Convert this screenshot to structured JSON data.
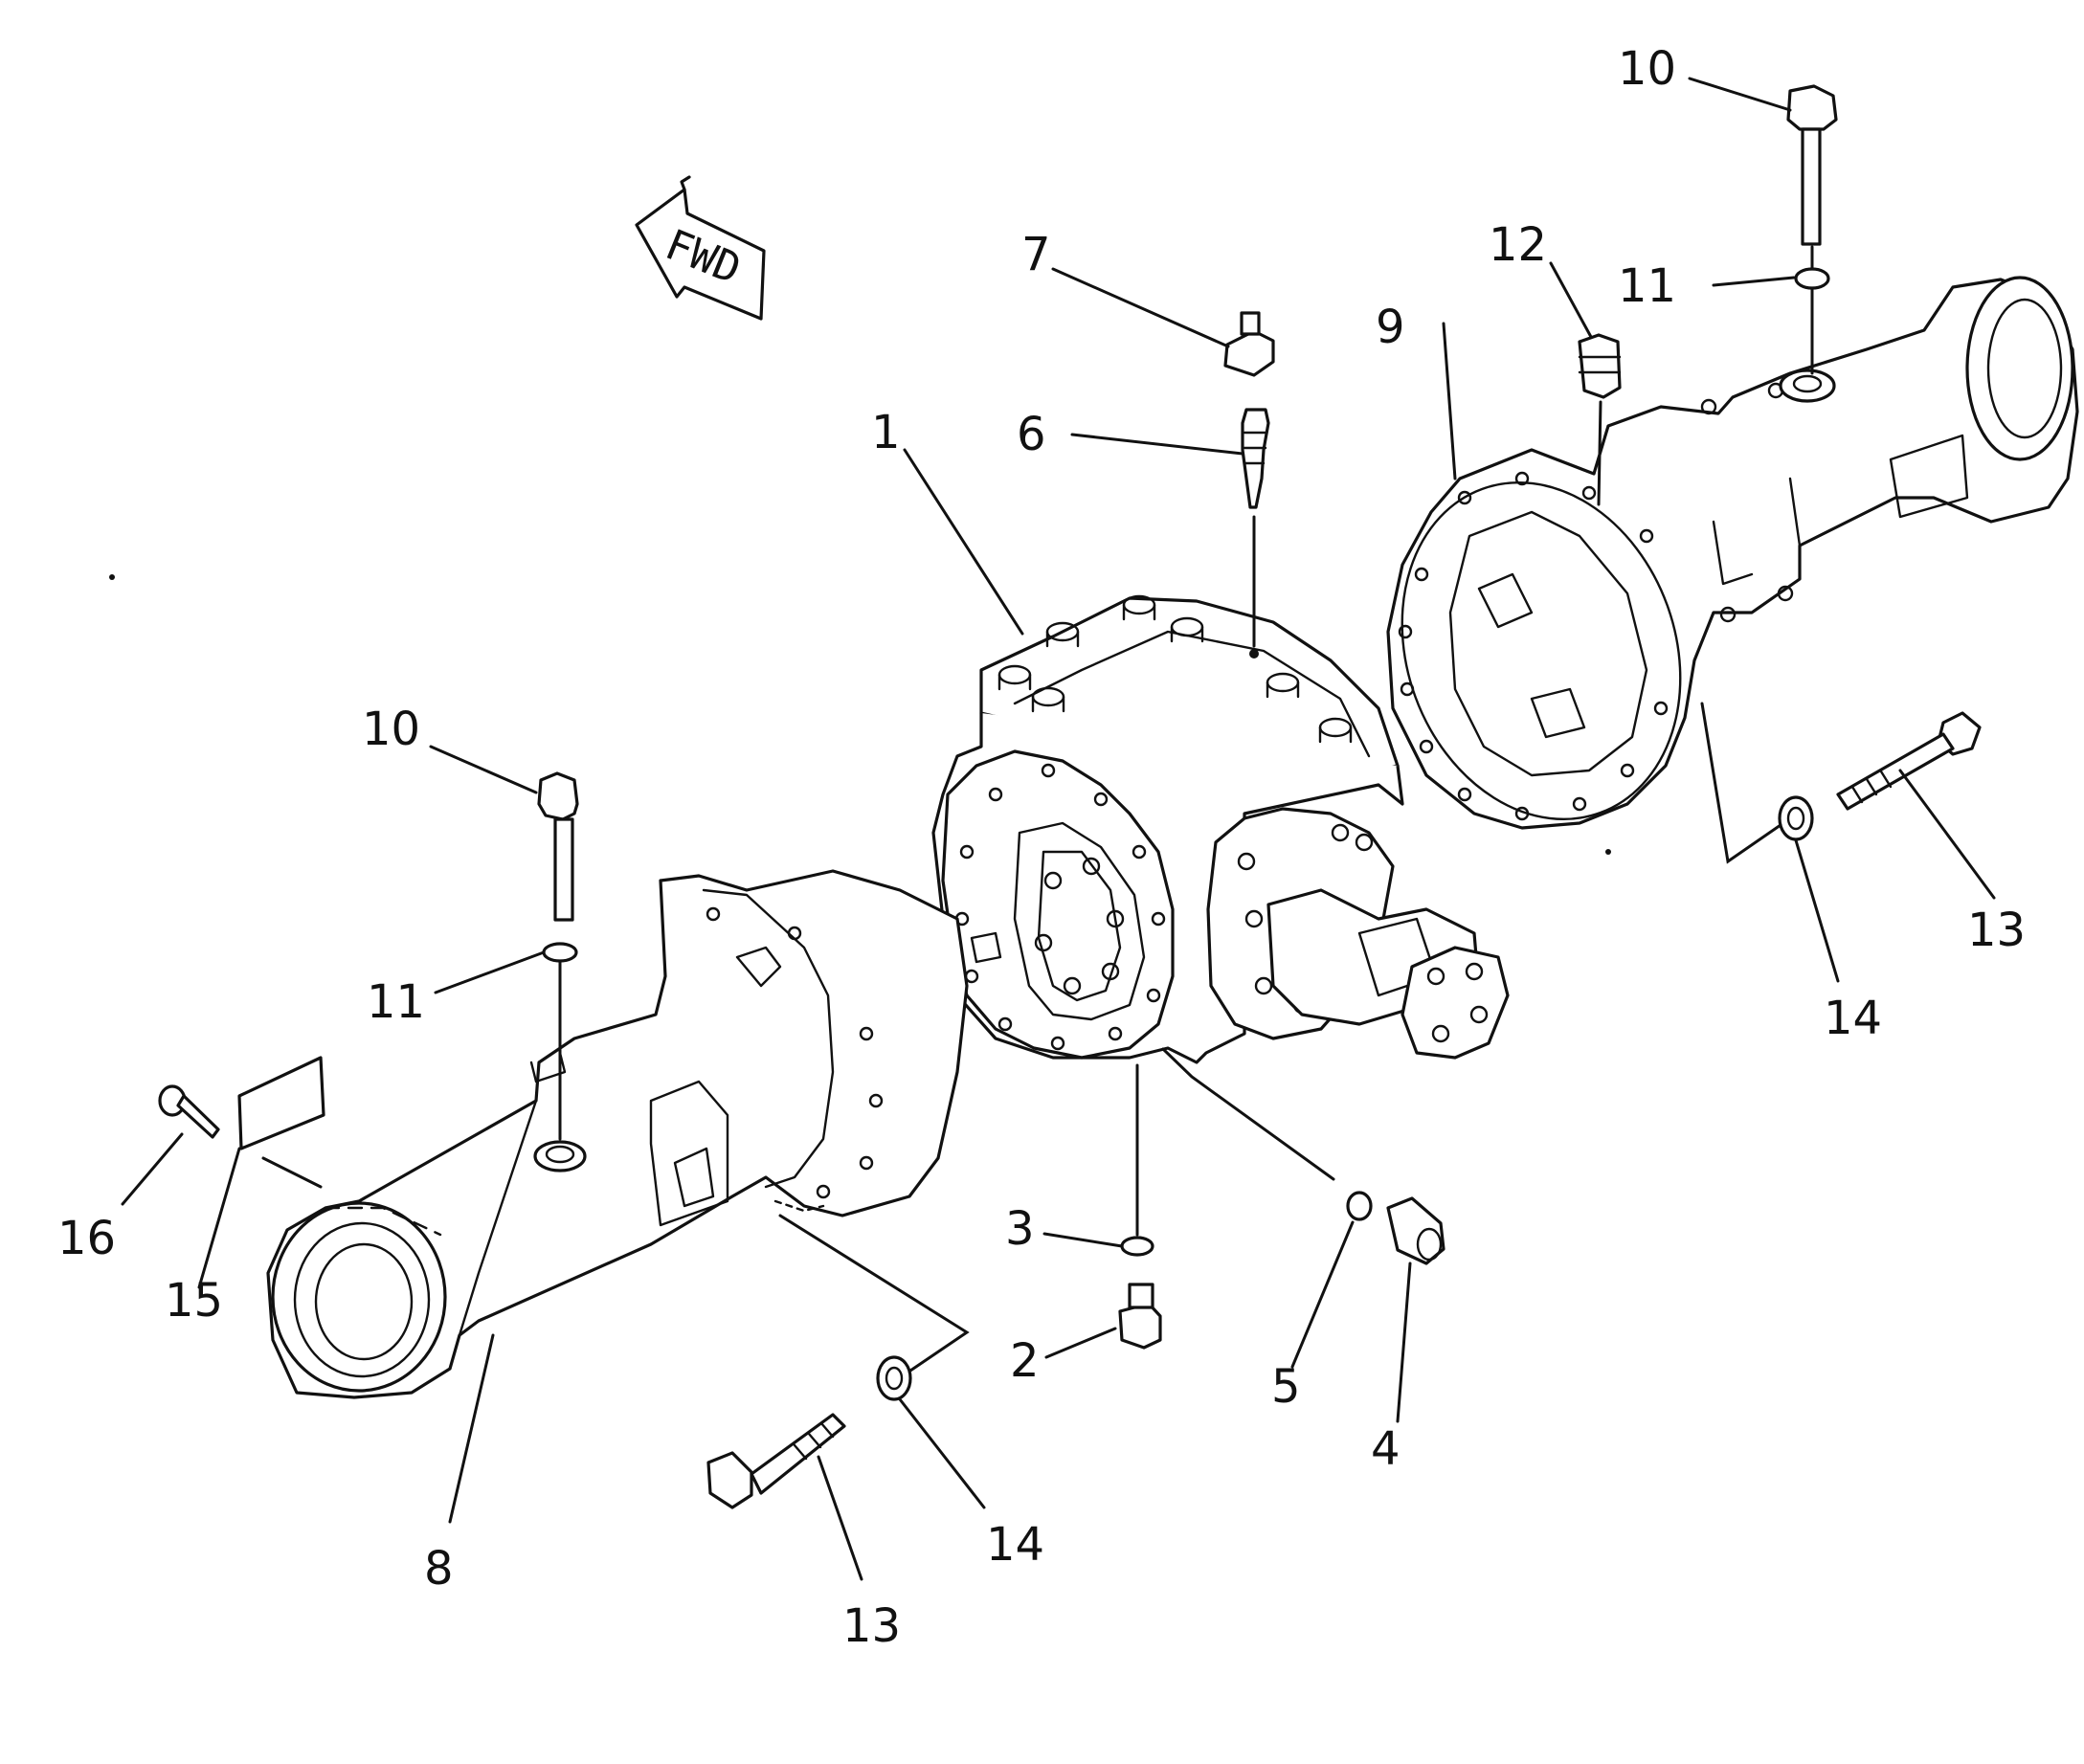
{
  "diagram": {
    "direction_label": "FWD",
    "callouts": [
      {
        "id": "c1",
        "text": "1"
      },
      {
        "id": "c2",
        "text": "2"
      },
      {
        "id": "c3",
        "text": "3"
      },
      {
        "id": "c4",
        "text": "4"
      },
      {
        "id": "c5",
        "text": "5"
      },
      {
        "id": "c6",
        "text": "6"
      },
      {
        "id": "c7",
        "text": "7"
      },
      {
        "id": "c8",
        "text": "8"
      },
      {
        "id": "c9",
        "text": "9"
      },
      {
        "id": "c10a",
        "text": "10"
      },
      {
        "id": "c10b",
        "text": "10"
      },
      {
        "id": "c11a",
        "text": "11"
      },
      {
        "id": "c11b",
        "text": "11"
      },
      {
        "id": "c12",
        "text": "12"
      },
      {
        "id": "c13a",
        "text": "13"
      },
      {
        "id": "c13b",
        "text": "13"
      },
      {
        "id": "c14a",
        "text": "14"
      },
      {
        "id": "c14b",
        "text": "14"
      },
      {
        "id": "c15",
        "text": "15"
      },
      {
        "id": "c16",
        "text": "16"
      }
    ]
  }
}
